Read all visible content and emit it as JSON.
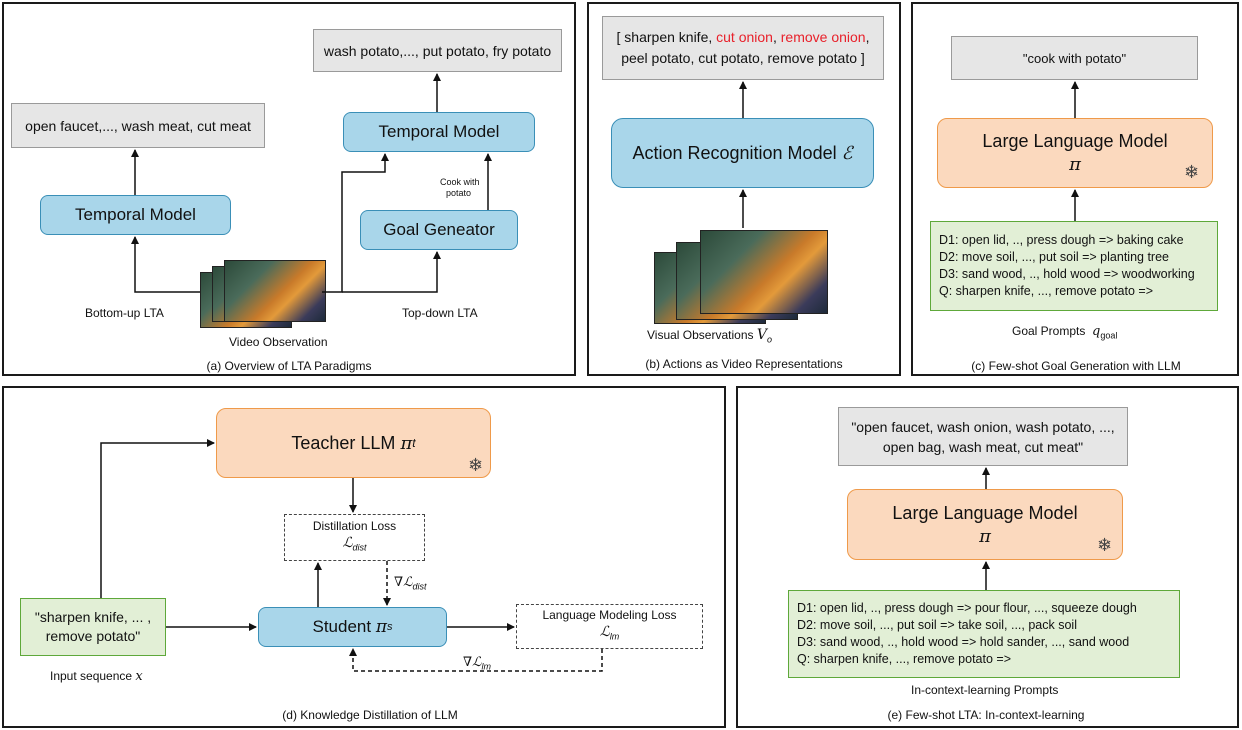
{
  "panel_a": {
    "caption": "(a) Overview of LTA Paradigms",
    "output_left": "open faucet,..., wash meat, cut meat",
    "output_right": "wash potato,..., put potato, fry potato",
    "temporal_model_left": "Temporal Model",
    "temporal_model_right": "Temporal Model",
    "goal_generator": "Goal Geneator",
    "goal_label_1": "Cook with",
    "goal_label_2": "potato",
    "bottom_up": "Bottom-up LTA",
    "top_down": "Top-down LTA",
    "video_observation": "Video Observation"
  },
  "panel_b": {
    "caption": "(b) Actions as Video Representations",
    "output_line1_a": "[ sharpen knife, ",
    "output_line1_b": "cut onion",
    "output_line1_c": ", ",
    "output_line1_d": "remove onion",
    "output_line1_e": ",",
    "output_line2": "peel potato, cut potato, remove potato ]",
    "model": "Action Recognition Model",
    "model_symbol": "ℰ",
    "visual_obs": "Visual Observations",
    "visual_obs_symbol": "V",
    "visual_obs_sub": "o"
  },
  "panel_c": {
    "caption": "(c) Few-shot Goal Generation with LLM",
    "output": "\"cook with potato\"",
    "llm": "Large Language Model",
    "llm_symbol": "π",
    "prompts": [
      "D1: open lid, .., press dough => baking cake",
      "D2: move soil, ..., put soil => planting tree",
      "D3: sand wood, .., hold wood => woodworking",
      "Q: sharpen knife, ..., remove potato =>"
    ],
    "goal_prompts": "Goal Prompts",
    "goal_symbol": "q",
    "goal_sub": "goal"
  },
  "panel_d": {
    "caption": "(d) Knowledge Distillation of LLM",
    "teacher": "Teacher LLM",
    "teacher_symbol": "π",
    "teacher_sub": "t",
    "distill_loss": "Distillation Loss",
    "distill_symbol": "ℒ",
    "distill_sub": "dist",
    "grad_dist": "∇ℒ",
    "grad_dist_sub": "dist",
    "student": "Student",
    "student_symbol": "π",
    "student_sub": "s",
    "lm_loss": "Language Modeling Loss",
    "lm_symbol": "ℒ",
    "lm_sub": "lm",
    "grad_lm": "∇ℒ",
    "grad_lm_sub": "lm",
    "input_line1": "\"sharpen knife, ... ,",
    "input_line2": "remove potato\"",
    "input_seq": "Input sequence",
    "input_symbol": "x"
  },
  "panel_e": {
    "caption": "(e) Few-shot LTA: In-context-learning",
    "output_line1": "\"open faucet, wash onion, wash potato, ...,",
    "output_line2": "open bag, wash meat, cut meat\"",
    "llm": "Large Language Model",
    "llm_symbol": "π",
    "prompts": [
      "D1: open lid, .., press dough => pour flour, ..., squeeze dough",
      "D2: move soil, ..., put soil => take soil, ..., pack soil",
      "D3: sand wood, .., hold wood => hold sander, ..., sand wood",
      "Q: sharpen knife, ..., remove potato =>"
    ],
    "icl_prompts": "In-context-learning Prompts"
  },
  "colors": {
    "blue_box": "#a9d6ea",
    "orange_box": "#fbd9be",
    "green_box": "#e2efd6",
    "gray_box": "#e6e6e6",
    "highlight_red": "#e8212b"
  }
}
